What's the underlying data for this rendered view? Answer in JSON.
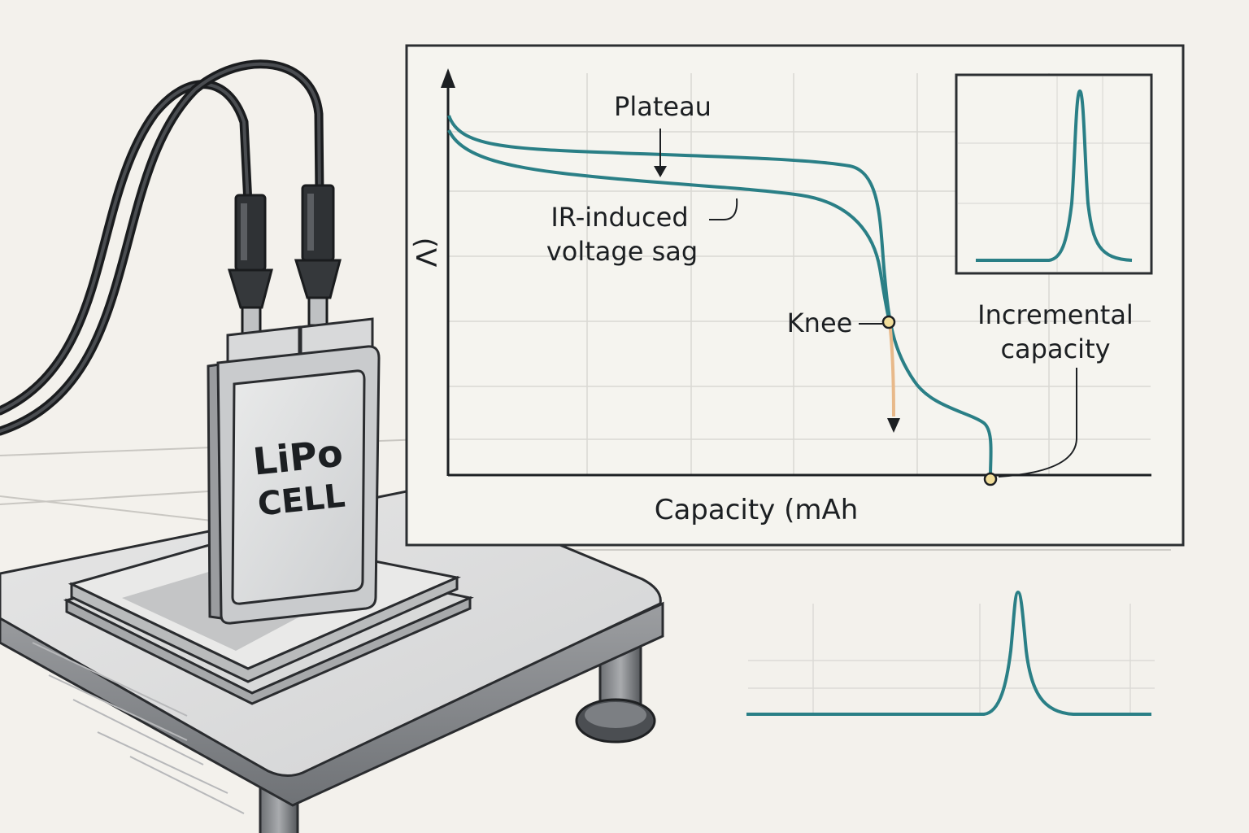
{
  "colors": {
    "background": "#f3f1ec",
    "ink": "#1c1f22",
    "curve_teal": "#2a7f86",
    "knee_segment": "#e8b98a",
    "marker_fill": "#f1dd9a"
  },
  "cell": {
    "label_line1": "LiPo",
    "label_line2": "CELL"
  },
  "chart": {
    "y_axis_label": "(V",
    "x_axis_label": "Capacity (mAh",
    "annotations": {
      "plateau": "Plateau",
      "ir_sag_line1": "IR-induced",
      "ir_sag_line2": "voltage sag",
      "knee": "Knee",
      "incremental_line1": "Incremental",
      "incremental_line2": "capacity"
    }
  },
  "chart_data": [
    {
      "type": "line",
      "title": "",
      "xlabel": "Capacity (mAh",
      "ylabel": "(V",
      "grid": true,
      "series": [
        {
          "values": "discharge curve: plateau, then knee and steep drop"
        },
        {
          "values": "discharge curve with lower plateau (IR-induced voltage sag)"
        }
      ]
    },
    {
      "type": "line",
      "title": "",
      "series": [
        {
          "values": "single sharp peak (incremental capacity)"
        }
      ]
    }
  ]
}
